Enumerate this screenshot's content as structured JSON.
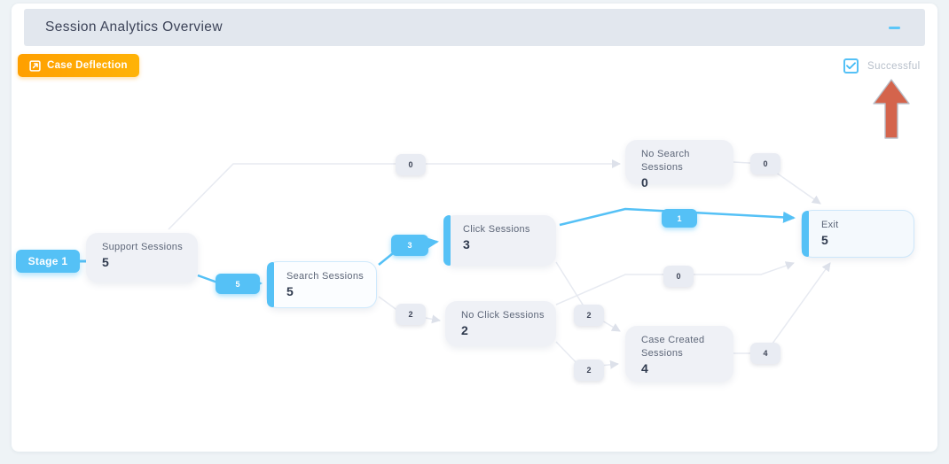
{
  "header": {
    "title": "Session Analytics Overview"
  },
  "toolbar": {
    "case_deflection_label": "Case Deflection"
  },
  "legend": {
    "successful_label": "Successful",
    "checked": true
  },
  "icons": {
    "collapse": "minus-icon",
    "case_deflection": "external-link-icon",
    "successful": "check-icon",
    "annotation": "up-arrow-icon"
  },
  "colors": {
    "accent_blue": "#55c1f6",
    "button_orange": "#ffa800",
    "arrow_red": "#d4644c",
    "node_gray": "#eff1f6",
    "header_gray": "#e2e7ee"
  },
  "flow": {
    "stage_label": "Stage 1",
    "nodes": {
      "support": {
        "label": "Support Sessions",
        "value": "5"
      },
      "search": {
        "label": "Search Sessions",
        "value": "5"
      },
      "nosearch": {
        "label": "No Search Sessions",
        "value": "0"
      },
      "click": {
        "label": "Click Sessions",
        "value": "3"
      },
      "noclick": {
        "label": "No Click Sessions",
        "value": "2"
      },
      "casecreated": {
        "label": "Case Created Sessions",
        "value": "4"
      },
      "exit": {
        "label": "Exit",
        "value": "5"
      }
    },
    "edges": {
      "support_nosearch": {
        "count": "0"
      },
      "support_search": {
        "count": "5"
      },
      "search_click": {
        "count": "3"
      },
      "search_noclick": {
        "count": "2"
      },
      "click_exit": {
        "count": "1"
      },
      "click_case": {
        "count": "2"
      },
      "noclick_exit": {
        "count": "0"
      },
      "noclick_case": {
        "count": "2"
      },
      "nosearch_exit": {
        "count": "0"
      },
      "case_exit": {
        "count": "4"
      }
    }
  }
}
